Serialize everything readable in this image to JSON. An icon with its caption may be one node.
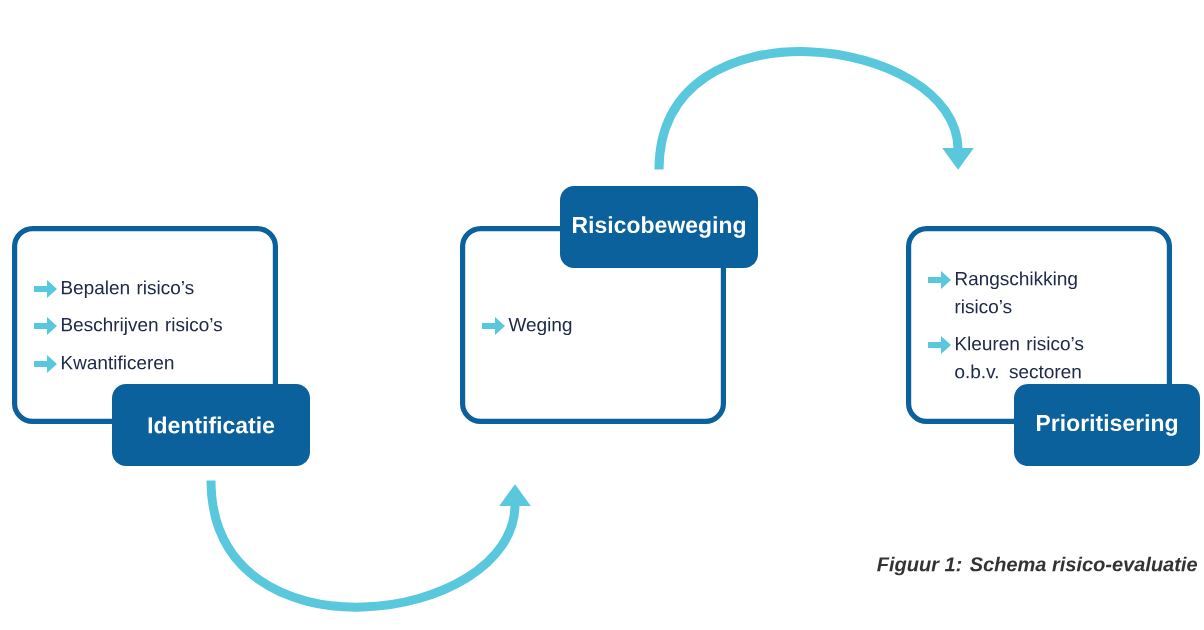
{
  "diagram": {
    "caption": "Figuur 1: Schema risico-evaluatie",
    "nodes": [
      {
        "text": [
          "Bepalen risico’s",
          "Beschrijven risico’s",
          "Kwantificeren"
        ]
      },
      {
        "text": [
          "Identificatie"
        ]
      },
      {
        "text": [
          "Weging"
        ]
      },
      {
        "text": [
          "Risicobeweging"
        ]
      },
      {
        "text": [
          "Rangschikking risico’s",
          "Kleuren risico’s o.b.v. sectoren"
        ]
      },
      {
        "text": [
          "Prioritisering"
        ]
      }
    ],
    "edges": [
      {
        "from": 1,
        "to": 2,
        "arrow": "to"
      },
      {
        "from": 3,
        "to": 4,
        "arrow": "to"
      }
    ]
  }
}
